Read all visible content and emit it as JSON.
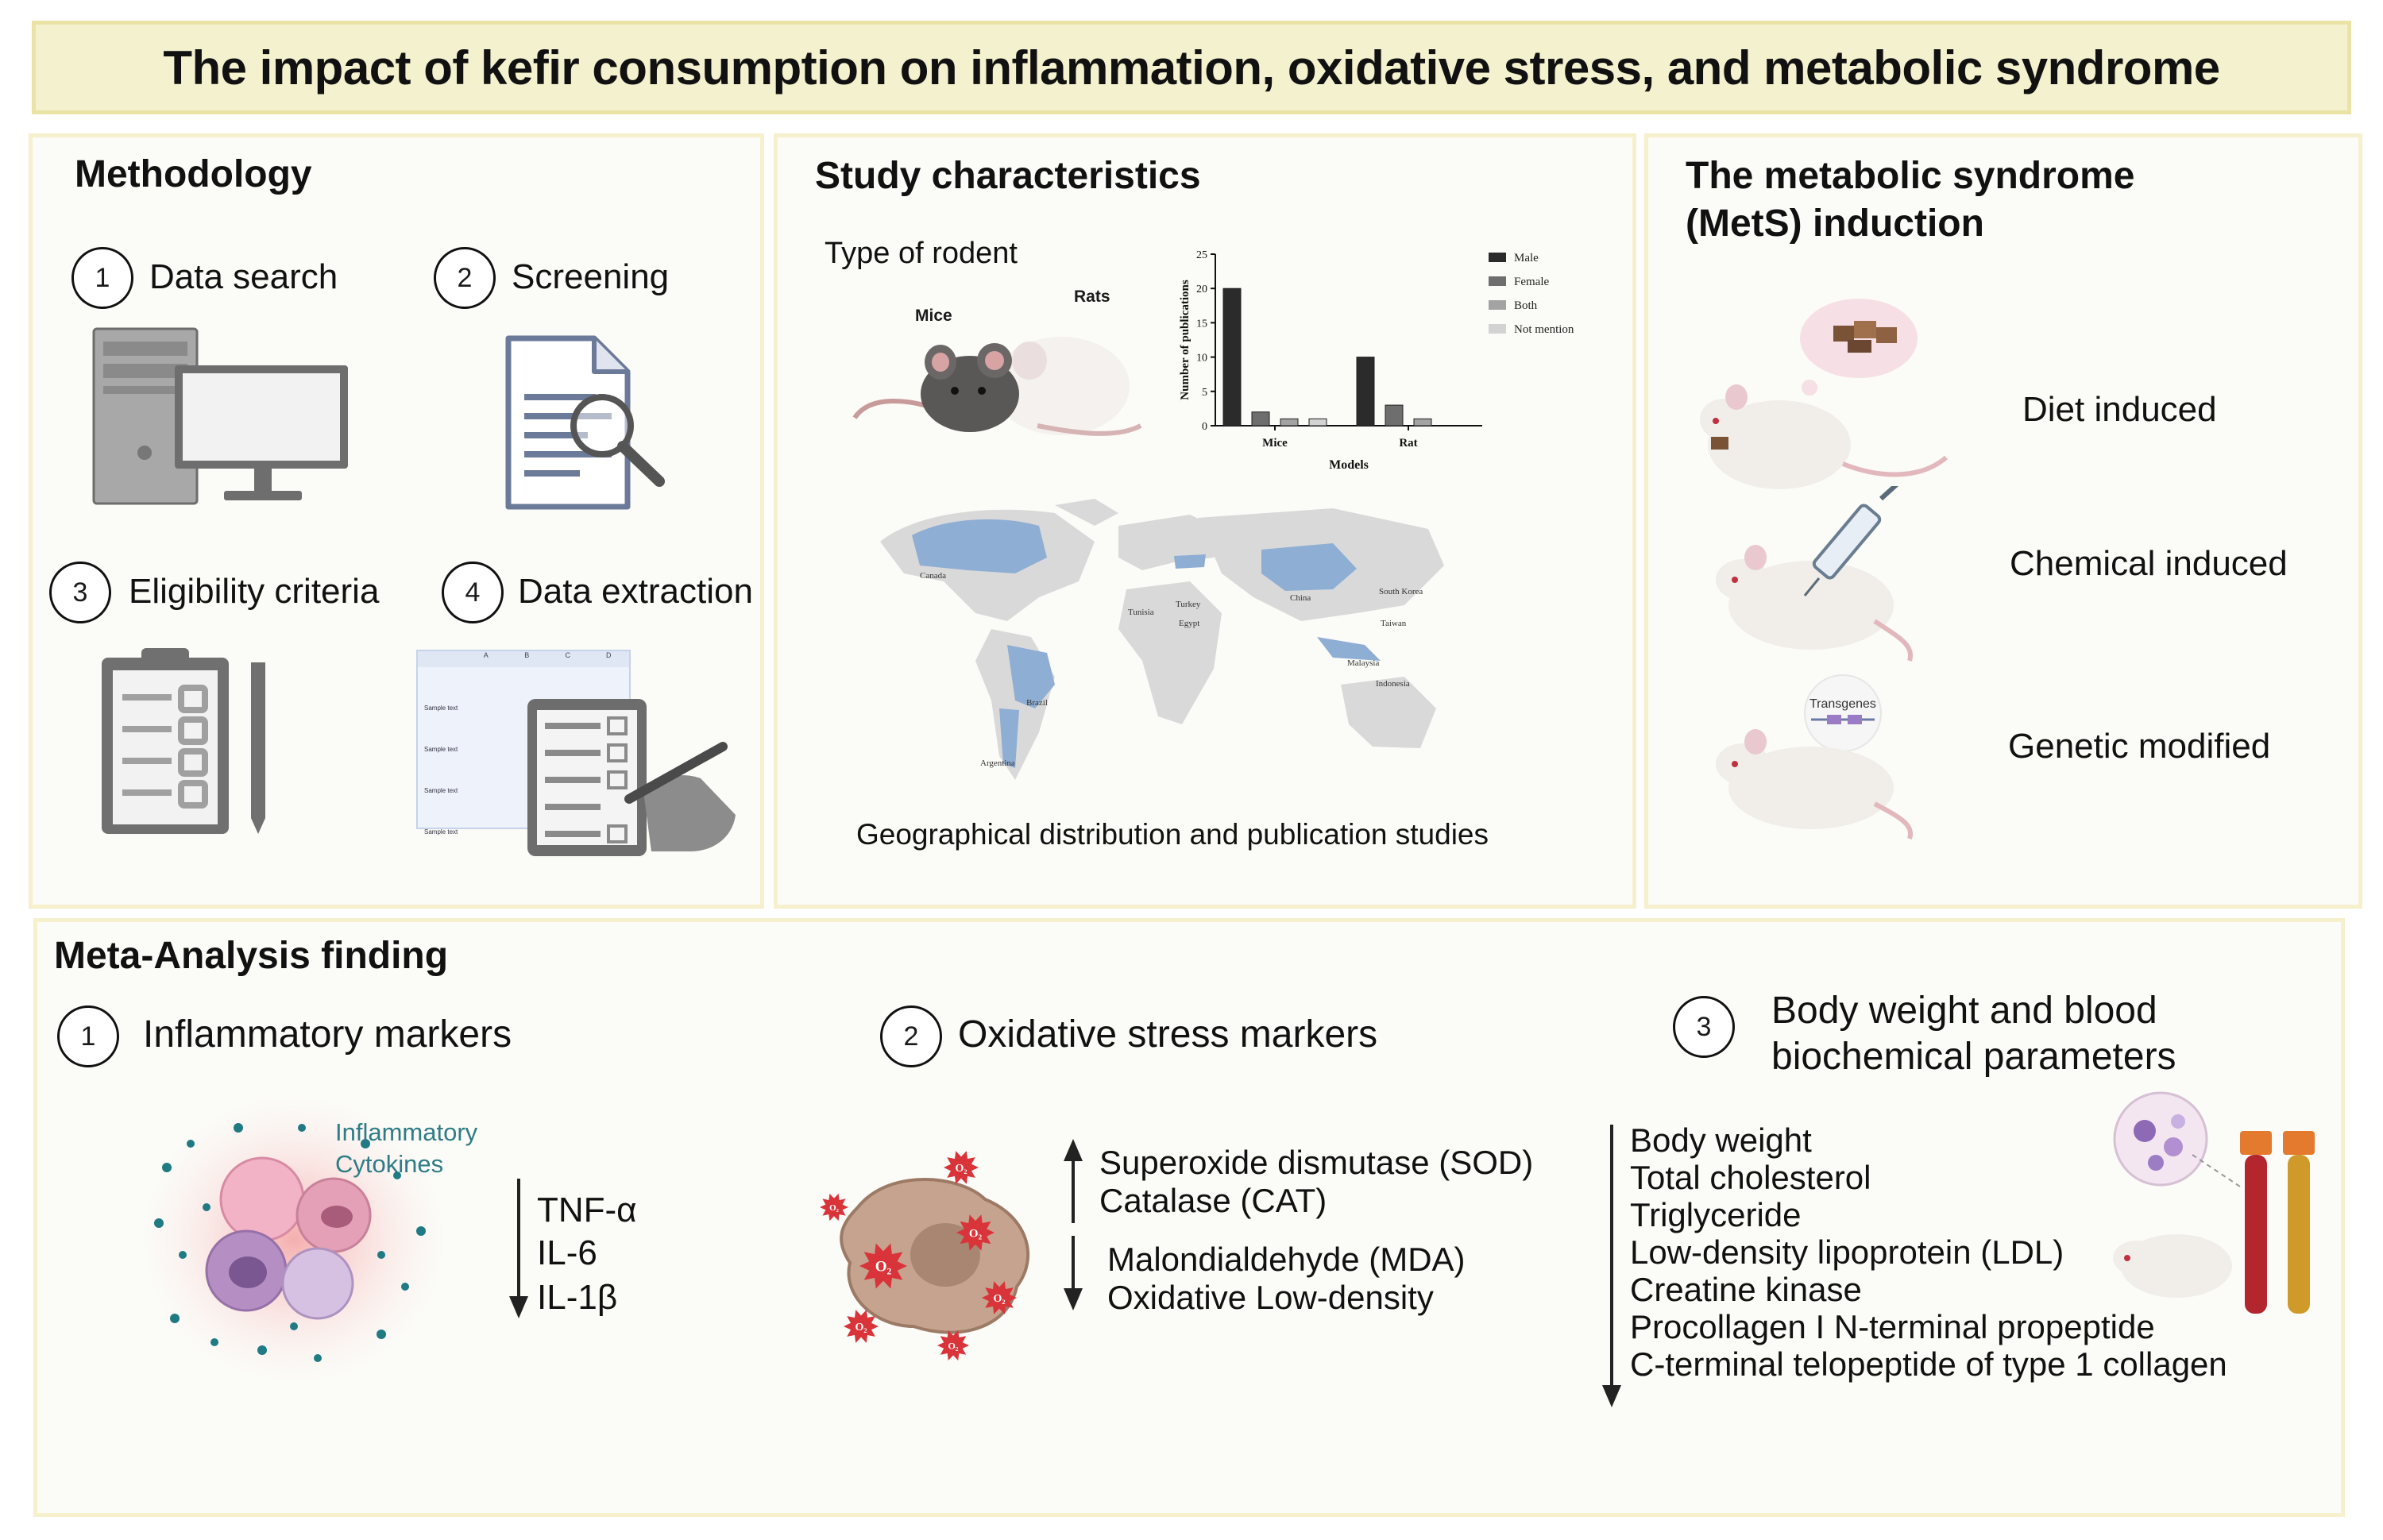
{
  "header": {
    "title": "The impact of kefir consumption on inflammation, oxidative stress, and metabolic syndrome"
  },
  "methodology": {
    "title": "Methodology",
    "steps": [
      {
        "num": "1",
        "label": "Data search"
      },
      {
        "num": "2",
        "label": "Screening"
      },
      {
        "num": "3",
        "label": "Eligibility criteria"
      },
      {
        "num": "4",
        "label": "Data extraction"
      }
    ],
    "sheet_cells": [
      "Sample text",
      "Sample text",
      "Sample text",
      "Sample text"
    ],
    "sheet_cols": [
      "A",
      "B",
      "C",
      "D"
    ]
  },
  "study": {
    "title": "Study characteristics",
    "rodent_label": "Type of rodent",
    "mice_label": "Mice",
    "rats_label": "Rats",
    "map_caption": "Geographical distribution and publication studies",
    "countries": [
      "Canada",
      "Tunisia",
      "Turkey",
      "Egypt",
      "China",
      "South Korea",
      "Taiwan",
      "Malaysia",
      "Indonesia",
      "Brazil",
      "Argentina"
    ]
  },
  "chart_data": {
    "type": "bar",
    "categories": [
      "Mice",
      "Rat"
    ],
    "series": [
      {
        "name": "Male",
        "values": [
          20,
          10
        ],
        "color": "#2b2b2b"
      },
      {
        "name": "Female",
        "values": [
          2,
          3
        ],
        "color": "#6e6e6e"
      },
      {
        "name": "Both",
        "values": [
          1,
          1
        ],
        "color": "#a3a3a3"
      },
      {
        "name": "Not mention",
        "values": [
          1,
          0
        ],
        "color": "#d3d3d3"
      }
    ],
    "xlabel": "Models",
    "ylabel": "Number of publications",
    "ylim": [
      0,
      25
    ],
    "yticks": [
      0,
      5,
      10,
      15,
      20,
      25
    ],
    "legend_position": "right",
    "grid": false
  },
  "mets": {
    "title_line1": "The metabolic syndrome",
    "title_line2": "(MetS) induction",
    "items": [
      "Diet induced",
      "Chemical induced",
      "Genetic modified"
    ],
    "transgenes_label": "Transgenes"
  },
  "meta": {
    "title": "Meta-Analysis finding",
    "sections": [
      {
        "num": "1",
        "label": "Inflammatory markers"
      },
      {
        "num": "2",
        "label": "Oxidative stress markers"
      },
      {
        "num": "3",
        "label_line1": "Body weight and blood",
        "label_line2": "biochemical parameters"
      }
    ],
    "cytokines_label_line1": "Inflammatory",
    "cytokines_label_line2": "Cytokines",
    "inflammatory_markers": [
      "TNF-α",
      "IL-6",
      "IL-1β"
    ],
    "oxidative_up": [
      "Superoxide dismutase (SOD)",
      "Catalase (CAT)"
    ],
    "oxidative_down": [
      "Malondialdehyde (MDA)",
      "Oxidative Low-density"
    ],
    "o2_label": "O₂",
    "body_markers": [
      "Body weight",
      "Total cholesterol",
      "Triglyceride",
      "Low-density lipoprotein (LDL)",
      "Creatine kinase",
      "Procollagen I N-terminal propeptide",
      "C-terminal telopeptide of type 1 collagen"
    ]
  },
  "colors": {
    "title_bg": "#f4f1cf",
    "panel_border": "#f6f0cd",
    "panel_bg": "#fbfbf7",
    "map_highlight": "#8faed4",
    "map_base": "#d9d9d9",
    "cytokine_text": "#2f7c86",
    "o2_red": "#d8343a"
  }
}
